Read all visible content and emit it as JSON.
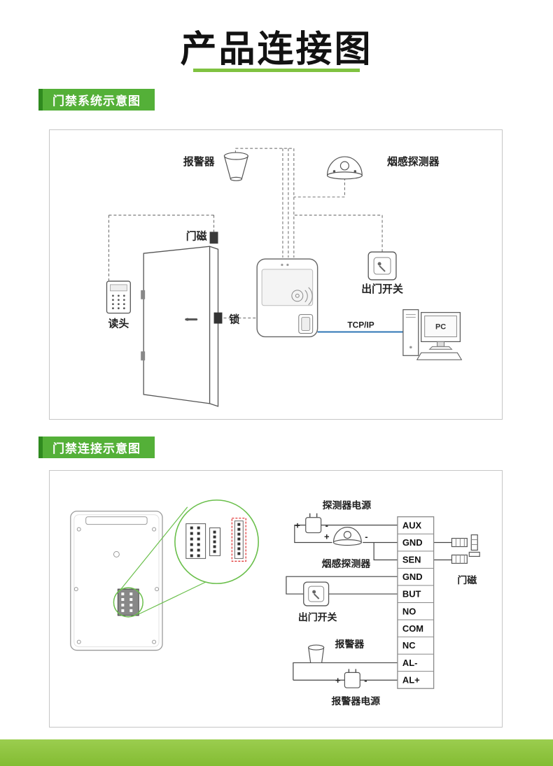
{
  "page": {
    "title": "产品连接图"
  },
  "sections": {
    "system": {
      "label": "门禁系统示意图",
      "labels": {
        "alarm": "报警器",
        "smoke_detector": "烟感探测器",
        "door_magnet": "门磁",
        "reader": "读头",
        "lock": "锁",
        "exit_switch": "出门开关",
        "tcpip": "TCP/IP",
        "pc": "PC"
      }
    },
    "wiring": {
      "label": "门禁连接示意图",
      "labels": {
        "detector_power": "探测器电源",
        "smoke_detector": "烟感探测器",
        "exit_switch": "出门开关",
        "alarm": "报警器",
        "alarm_power": "报警器电源",
        "door_magnet": "门磁",
        "plus": "+",
        "minus": "-"
      },
      "terminals": [
        "AUX",
        "GND",
        "SEN",
        "GND",
        "BUT",
        "NO",
        "COM",
        "NC",
        "AL-",
        "AL+"
      ]
    }
  },
  "colors": {
    "badge_green": "#54b038",
    "badge_dark_green": "#2f8a1f",
    "underline_green": "#7fc241",
    "footer_green": "#8cc63f",
    "zoom_green": "#6abf4b",
    "tcpip_blue": "#2e74b5",
    "highlight_red": "#e23b3b"
  }
}
